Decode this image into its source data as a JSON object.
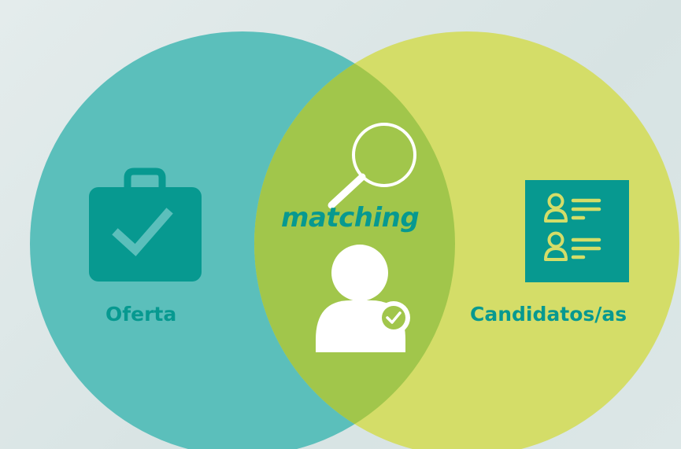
{
  "left_set": {
    "label": "Oferta",
    "icon": "briefcase-check-icon",
    "color": "#5bbfbb"
  },
  "right_set": {
    "label": "Candidatos/as",
    "icon": "candidate-list-icon",
    "color": "#d4dd68"
  },
  "intersection": {
    "label": "matching",
    "icons": [
      "magnifier-icon",
      "user-check-icon"
    ],
    "color": "#a1c64b"
  },
  "colors": {
    "label_text": "#079990",
    "icon_dark": "#079990",
    "icon_light": "#ffffff",
    "list_icon_glyph": "#d4dd68"
  }
}
